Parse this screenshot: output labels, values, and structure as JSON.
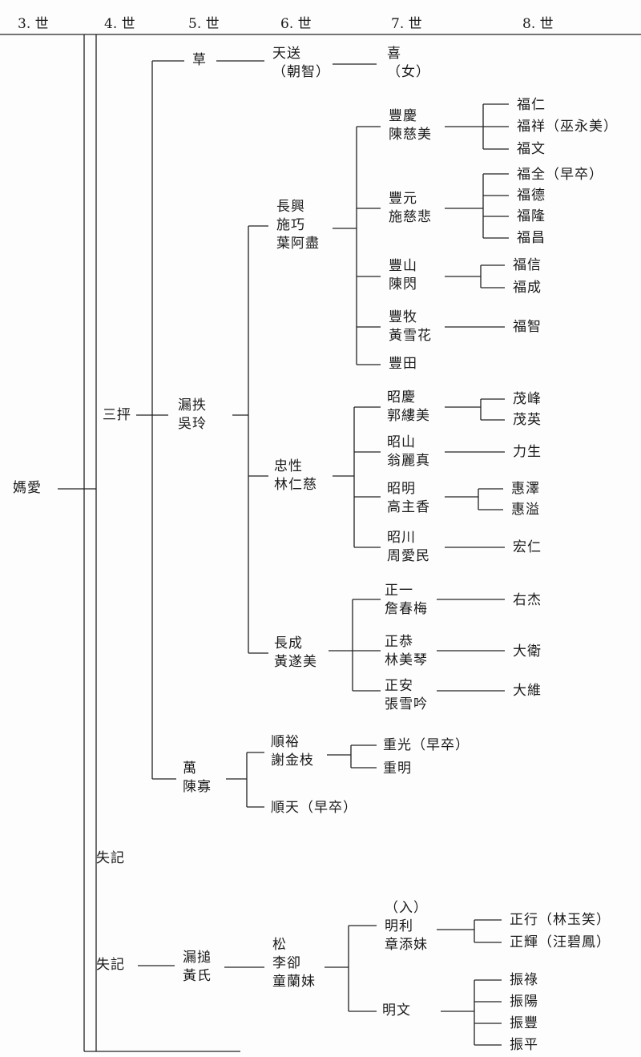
{
  "headers": [
    "3. 世",
    "4. 世",
    "5. 世",
    "6. 世",
    "7. 世",
    "8. 世"
  ],
  "persons": {
    "p3": [
      "媽愛"
    ],
    "p4a": [
      "三抨"
    ],
    "p4b": [
      "失記"
    ],
    "p4c": [
      "失記"
    ],
    "p5a": [
      "草"
    ],
    "p5b": [
      "漏抶",
      "吳玲"
    ],
    "p5c": [
      "萬",
      "陳寡"
    ],
    "p5d": [
      "漏搥",
      "黃氏"
    ],
    "p6a": [
      "天送",
      "（朝智）"
    ],
    "p6b": [
      "長興",
      "施巧",
      "葉阿盡"
    ],
    "p6c": [
      "忠性",
      "林仁慈"
    ],
    "p6d": [
      "長成",
      "黃遂美"
    ],
    "p6e": [
      "順裕",
      "謝金枝"
    ],
    "p6f": [
      "順天（早卒）"
    ],
    "p6g": [
      "松",
      "李卻",
      "童蘭妹"
    ],
    "p7a": [
      "喜",
      "（女）"
    ],
    "p7b": [
      "豐慶",
      "陳慈美"
    ],
    "p7c": [
      "豐元",
      "施慈悲"
    ],
    "p7d": [
      "豐山",
      "陳閃"
    ],
    "p7e": [
      "豐牧",
      "黃雪花"
    ],
    "p7f": [
      "豐田"
    ],
    "p7g": [
      "昭慶",
      "郭縷美"
    ],
    "p7h": [
      "昭山",
      "翁麗真"
    ],
    "p7i": [
      "昭明",
      "高主香"
    ],
    "p7j": [
      "昭川",
      "周愛民"
    ],
    "p7k": [
      "正一",
      "詹春梅"
    ],
    "p7l": [
      "正恭",
      "林美琴"
    ],
    "p7m": [
      "正安",
      "張雪吟"
    ],
    "p7n": [
      "重光（早卒）"
    ],
    "p7o": [
      "重明"
    ],
    "p7p": [
      "（入）",
      "明利",
      "章添妹"
    ],
    "p7q": [
      "明文"
    ],
    "p8a": [
      "福仁"
    ],
    "p8b": [
      "福祥（巫永美）"
    ],
    "p8c": [
      "福文"
    ],
    "p8d": [
      "福全（早卒）"
    ],
    "p8e": [
      "福德"
    ],
    "p8f": [
      "福隆"
    ],
    "p8g": [
      "福昌"
    ],
    "p8h": [
      "福信"
    ],
    "p8i": [
      "福成"
    ],
    "p8j": [
      "福智"
    ],
    "p8k": [
      "茂峰"
    ],
    "p8l": [
      "茂英"
    ],
    "p8m": [
      "力生"
    ],
    "p8n": [
      "惠澤"
    ],
    "p8o": [
      "惠溢"
    ],
    "p8p": [
      "宏仁"
    ],
    "p8q": [
      "右杰"
    ],
    "p8r": [
      "大衛"
    ],
    "p8s": [
      "大維"
    ],
    "p8t": [
      "正行（林玉笑）"
    ],
    "p8u": [
      "正輝（汪碧鳳）"
    ],
    "p8v": [
      "振祿"
    ],
    "p8w": [
      "振陽"
    ],
    "p8x": [
      "振豐"
    ],
    "p8y": [
      "振平"
    ]
  }
}
